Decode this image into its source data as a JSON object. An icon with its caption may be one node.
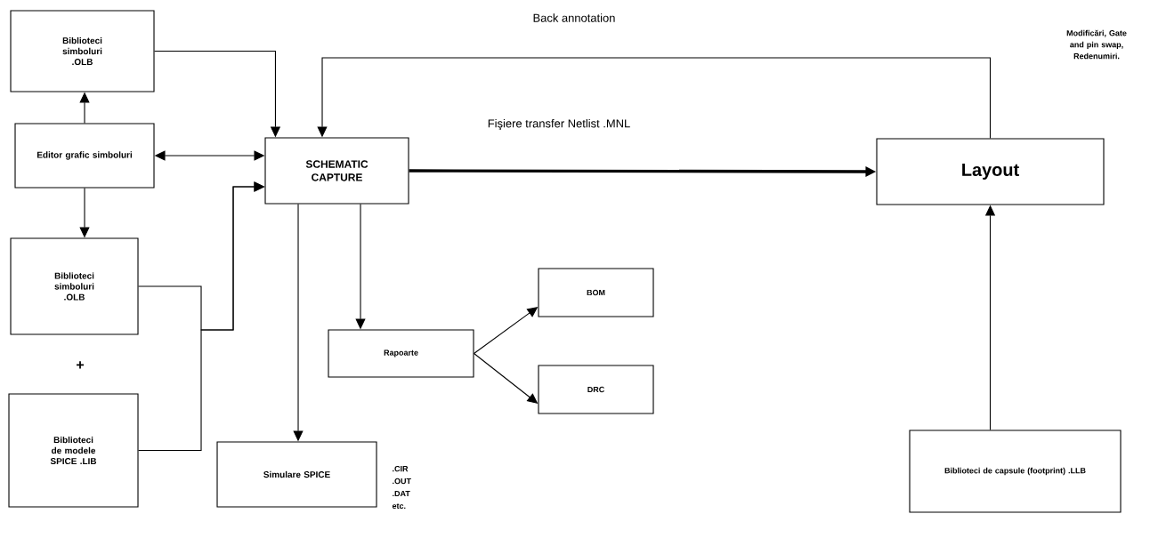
{
  "diagram": {
    "nodes": [
      {
        "text": [
          "Biblioteci simboluri .OLB"
        ]
      },
      {
        "text": [
          "Editor grafic simboluri"
        ]
      },
      {
        "text": [
          "SCHEMATIC CAPTURE"
        ]
      },
      {
        "text": [
          "Biblioteci simboluri .OLB"
        ]
      },
      {
        "text": [
          "Biblioteci de modele SPICE .LIB"
        ]
      },
      {
        "text": [
          "Layout"
        ]
      },
      {
        "text": [
          "Rapoarte"
        ]
      },
      {
        "text": [
          "BOM"
        ]
      },
      {
        "text": [
          "DRC"
        ]
      },
      {
        "text": [
          "Simulare SPICE"
        ],
        "beside": [
          ".CIR .OUT .DAT etc."
        ]
      },
      {
        "text": [
          "Biblioteci de capsule (footprint) .LLB"
        ]
      }
    ],
    "edges": [
      {
        "from": 0,
        "to": 2,
        "arrow": "to"
      },
      {
        "from": 1,
        "to": 0,
        "arrow": "to"
      },
      {
        "from": 1,
        "to": 2,
        "arrow": "both"
      },
      {
        "from": 1,
        "to": 3,
        "arrow": "to"
      },
      {
        "from": 3,
        "to": 2,
        "arrow": "to"
      },
      {
        "from": 4,
        "to": 2,
        "arrow": "to"
      },
      {
        "from": 5,
        "to": 2,
        "arrow": "to",
        "label": "Back annotation"
      },
      {
        "from": 2,
        "to": 5,
        "arrow": "to",
        "style": "thick",
        "label": "Fişiere transfer Netlist .MNL"
      },
      {
        "from": 2,
        "to": 9,
        "arrow": "to"
      },
      {
        "from": 2,
        "to": 6,
        "arrow": "to"
      },
      {
        "from": 6,
        "to": 7,
        "arrow": "to"
      },
      {
        "from": 6,
        "to": 8,
        "arrow": "to"
      },
      {
        "from": 10,
        "to": 5,
        "arrow": "to"
      }
    ],
    "labels": [
      "Modificări, Gate and pin swap, Redenumiri.",
      "+"
    ]
  }
}
